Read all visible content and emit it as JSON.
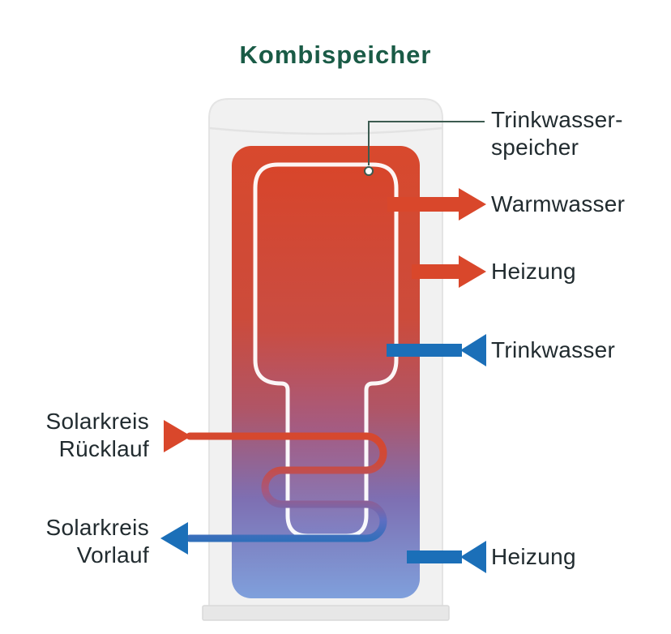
{
  "title": "Kombispeicher",
  "palette": {
    "green": "#1A5B46",
    "red": "#D9472B",
    "blue": "#1B6FB8",
    "text": "#212B2F",
    "tank_gray": "#F1F1F1",
    "gradient_top": "#D8492D",
    "gradient_bottom": "#7FA0DC"
  },
  "labels": {
    "storage_callout": {
      "line1": "Trinkwasser-",
      "line2": "speicher"
    },
    "warm_water": "Warmwasser",
    "heating_out": "Heizung",
    "drinking_water": "Trinkwasser",
    "solar_return": {
      "line1": "Solarkreis",
      "line2": "Rücklauf"
    },
    "solar_flow": {
      "line1": "Solarkreis",
      "line2": "Vorlauf"
    },
    "heating_in": "Heizung"
  }
}
